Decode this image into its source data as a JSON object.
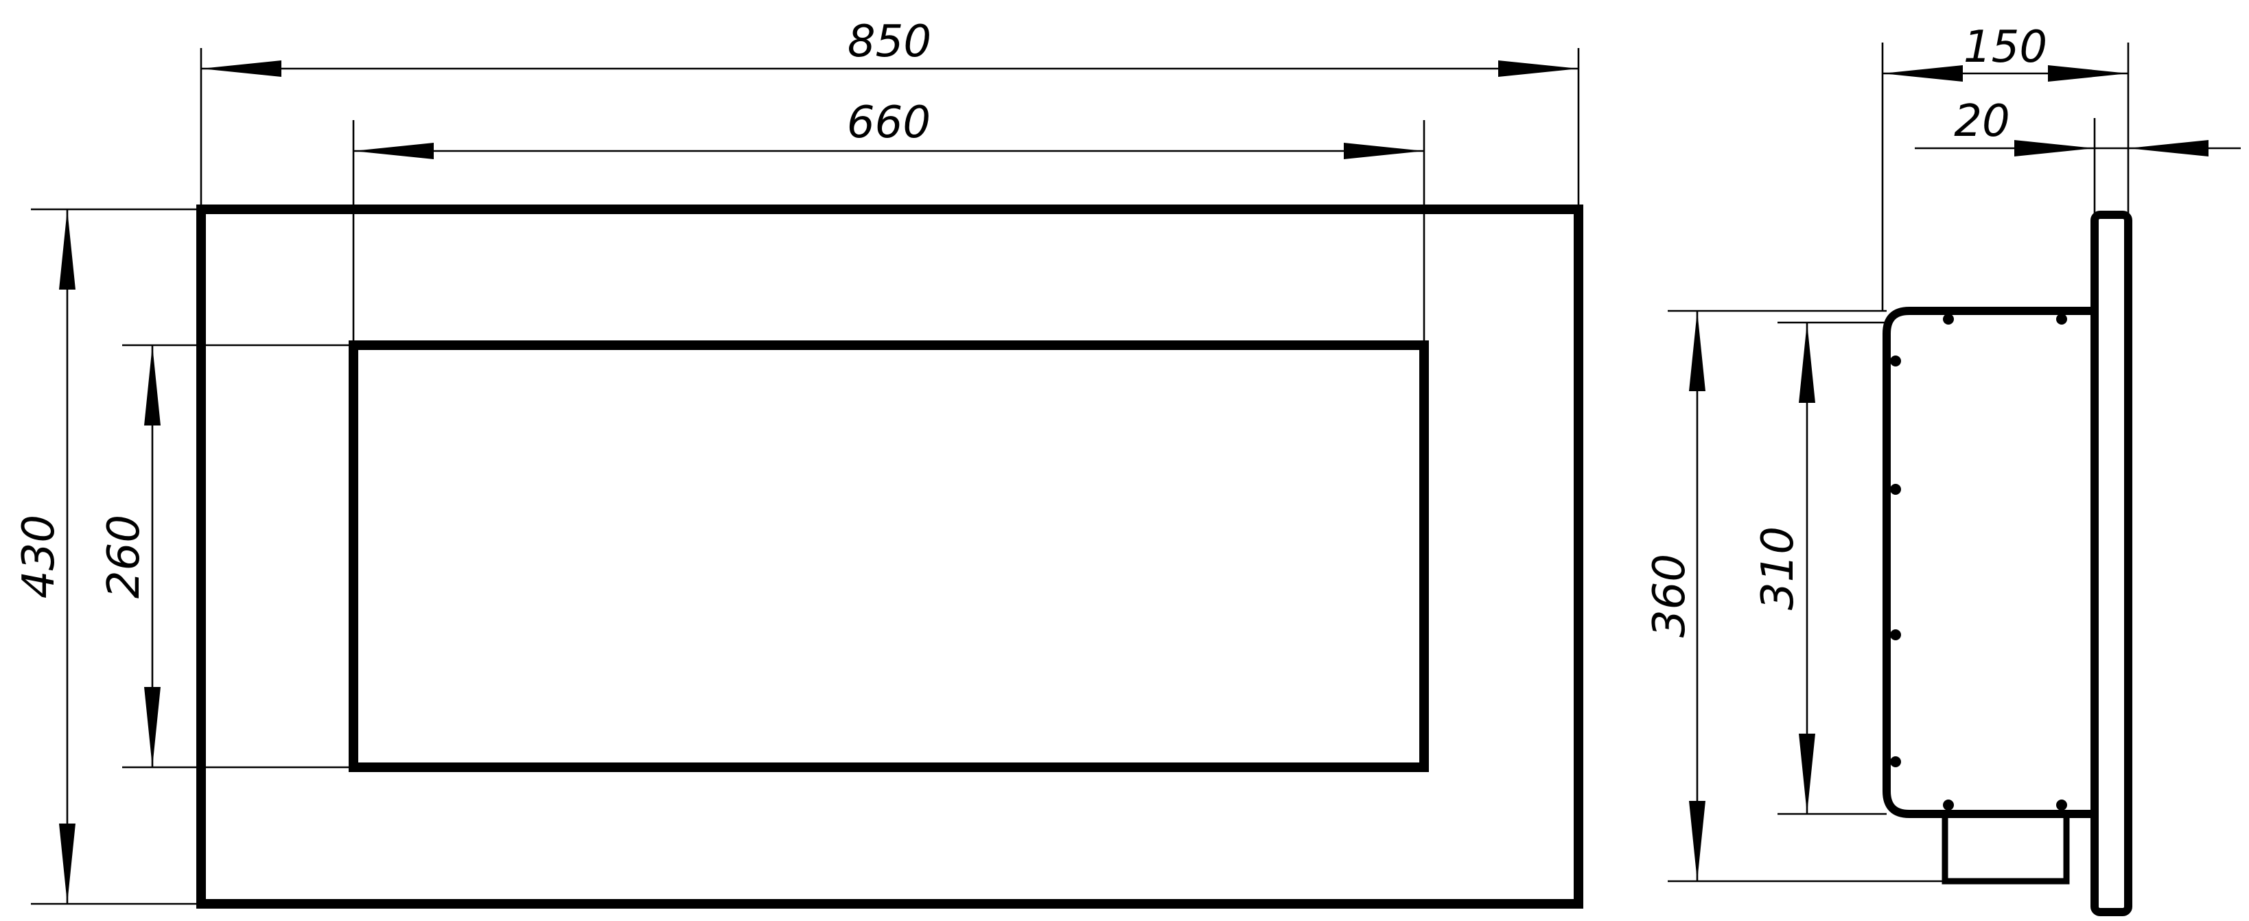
{
  "front_view": {
    "outer_width": "850",
    "inner_width": "660",
    "outer_height": "430",
    "inner_height": "260"
  },
  "side_view": {
    "depth": "150",
    "panel_thickness": "20",
    "body_height": "360",
    "opening_height": "310"
  },
  "colors": {
    "line": "#000000",
    "background": "#ffffff"
  }
}
